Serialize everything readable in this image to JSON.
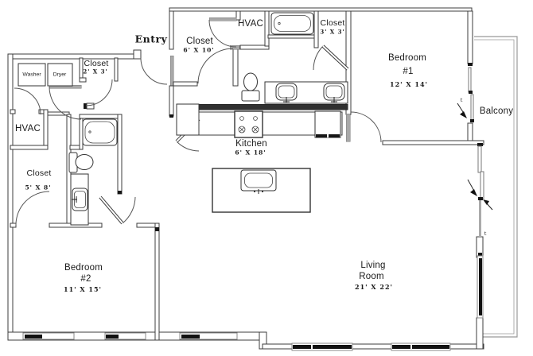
{
  "floor_plan": {
    "colors": {
      "wall_outline": "#3c3c3c",
      "wall_fill": "#ffffff",
      "plumbing_wall": "#303030",
      "window_glass": "#111111",
      "door_leaf": "#a8a8a8",
      "balcony_outline": "#999999",
      "text": "#1a1a1a"
    },
    "rooms": {
      "entry": {
        "name": "Entry"
      },
      "hall_closet": {
        "name": "Closet",
        "dims": "6' X 10'"
      },
      "hvac_top": {
        "name": "HVAC"
      },
      "bed1_closet": {
        "name": "Closet",
        "dims": "3' X 3'"
      },
      "bedroom1": {
        "name": "Bedroom",
        "number": "#1",
        "dims": "12' X 14'"
      },
      "balcony": {
        "name": "Balcony"
      },
      "laundry": {
        "washer": "Washer",
        "dryer": "Dryer"
      },
      "entry_closet": {
        "name": "Closet",
        "dims": "2' X 3'"
      },
      "hvac_left": {
        "name": "HVAC"
      },
      "bed2_closet": {
        "name": "Closet",
        "dims": "5' X 8'"
      },
      "kitchen": {
        "name": "Kitchen",
        "dims": "6' X 18'"
      },
      "bedroom2": {
        "name": "Bedroom",
        "number": "#2",
        "dims": "11' X 15'"
      },
      "living": {
        "name_line1": "Living",
        "name_line2": "Room",
        "dims": "21' X 22'"
      }
    },
    "annotations": {
      "door_mark1": "t",
      "door_mark2": "t"
    }
  }
}
